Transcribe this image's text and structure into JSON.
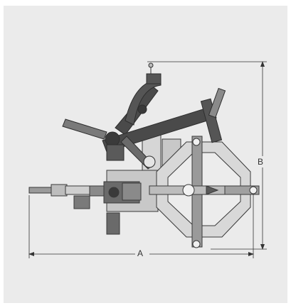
{
  "dimensions": {
    "a_label": "A",
    "b_label": "B"
  },
  "colors": {
    "panel_bg": "#ebebeb",
    "machine_dark": "#4a4a4a",
    "machine_mid": "#9a9a9a",
    "machine_light": "#d0d0d0",
    "machine_outline": "#3a3a3a",
    "dimension_line": "#333333"
  },
  "icons": {
    "dimension_arrow": "arrowhead",
    "machine": "pipe-bevelling-machine-drawing"
  }
}
